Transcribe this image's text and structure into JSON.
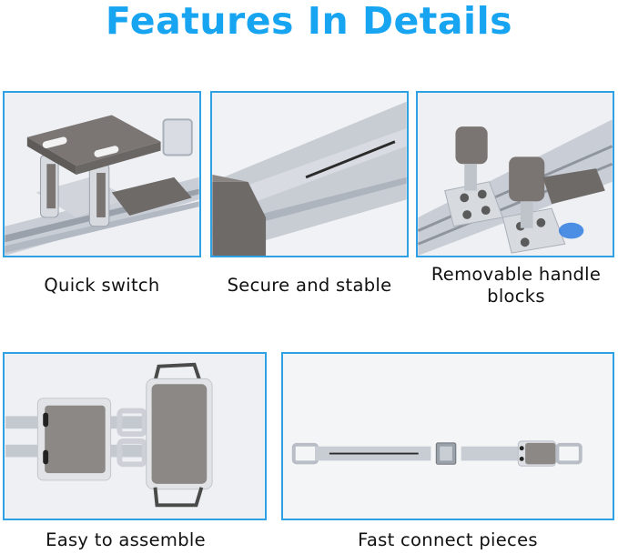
{
  "page": {
    "title": "Features In Details",
    "accent_color": "#17a4f0",
    "border_color": "#2ea0e4"
  },
  "features": [
    {
      "caption": "Quick switch",
      "illustration": "slide-mechanism-with-gray-pad"
    },
    {
      "caption": "Secure and stable",
      "illustration": "rail-closeup-with-slot"
    },
    {
      "caption": "Removable handle blocks",
      "illustration": "two-handle-blocks-on-rail"
    },
    {
      "caption": "Easy to assemble",
      "illustration": "pad-and-folding-handle"
    },
    {
      "caption": "Fast connect pieces",
      "illustration": "rail-pieces-with-connector"
    }
  ]
}
